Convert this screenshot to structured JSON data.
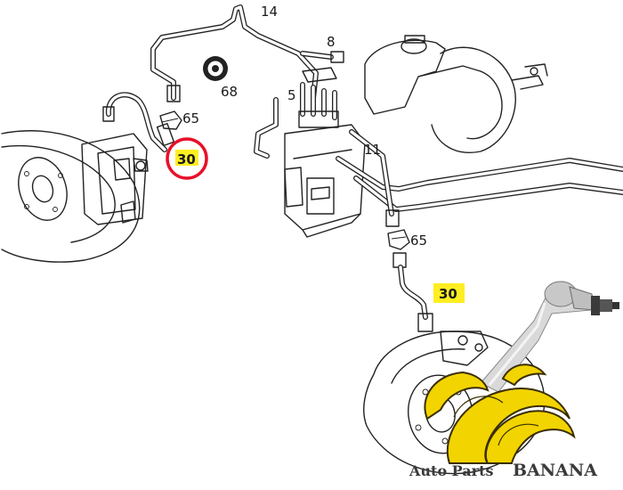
{
  "labels": {
    "part_14": "14",
    "part_8": "8",
    "part_68": "68",
    "part_65_left": "65",
    "part_5": "5",
    "part_11": "11",
    "part_65_right": "65",
    "part_30_circled": "30",
    "part_30_boxed": "30"
  },
  "brand": {
    "name_part1": "Auto Parts",
    "name_part2": "BANANA"
  },
  "colors": {
    "highlight_yellow": "#ffee22",
    "circle_red": "#e8102a",
    "banana_yellow": "#f2d400",
    "banana_dark": "#3a2e00",
    "control_arm": "#d9d9d9"
  },
  "icons": [
    "banana-logo-icon",
    "control-arm-icon"
  ]
}
